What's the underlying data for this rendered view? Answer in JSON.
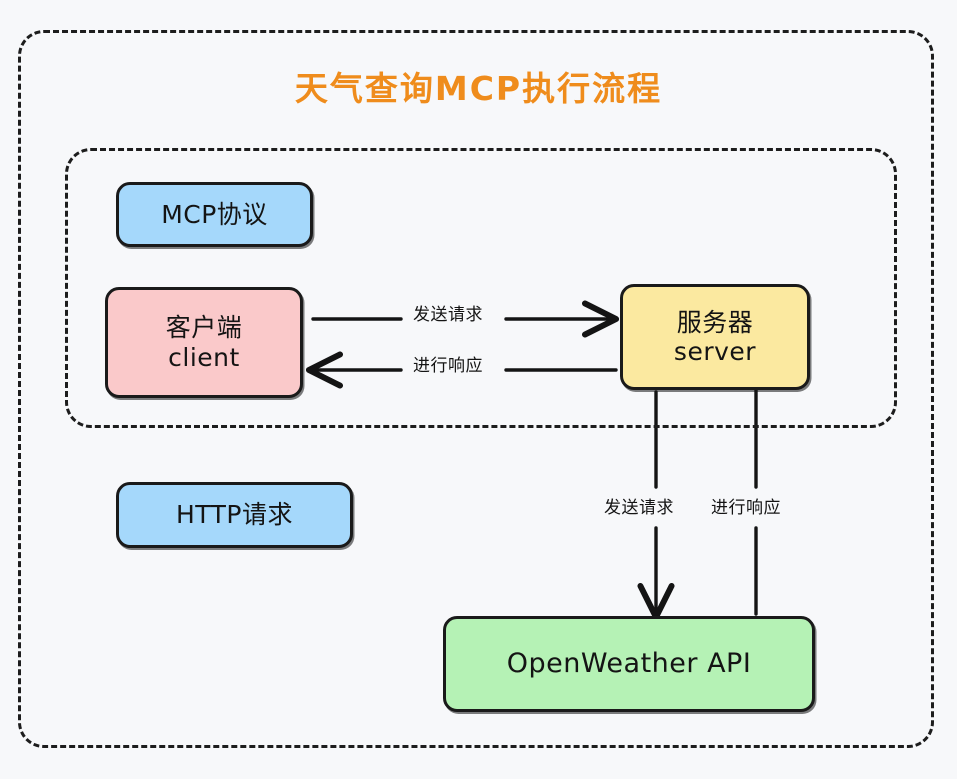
{
  "diagram": {
    "title": "天气查询MCP执行流程",
    "title_color": "#ef8c1c",
    "background_color": "#f7f8fa",
    "groups": [
      {
        "name": "outer-boundary",
        "style": "dashed"
      },
      {
        "name": "mcp-protocol-boundary",
        "style": "dashed"
      }
    ],
    "nodes": [
      {
        "id": "mcp-protocol",
        "line1": "MCP协议",
        "line2": "",
        "color": "#a5d8fb"
      },
      {
        "id": "client",
        "line1": "客户端",
        "line2": "client",
        "color": "#fac9ca"
      },
      {
        "id": "server",
        "line1": "服务器",
        "line2": "server",
        "color": "#fbe9a0"
      },
      {
        "id": "http-request",
        "line1": "HTTP请求",
        "line2": "",
        "color": "#a5d8fb"
      },
      {
        "id": "openweather-api",
        "line1": "OpenWeather API",
        "line2": "",
        "color": "#b5f2b5"
      }
    ],
    "edges": [
      {
        "id": "client-to-server",
        "label": "发送请求",
        "from": "client",
        "to": "server",
        "direction": "right"
      },
      {
        "id": "server-to-client",
        "label": "进行响应",
        "from": "server",
        "to": "client",
        "direction": "left"
      },
      {
        "id": "server-to-api",
        "label": "发送请求",
        "from": "server",
        "to": "openweather-api",
        "direction": "down"
      },
      {
        "id": "api-to-server",
        "label": "进行响应",
        "from": "openweather-api",
        "to": "server",
        "direction": "up"
      }
    ]
  }
}
